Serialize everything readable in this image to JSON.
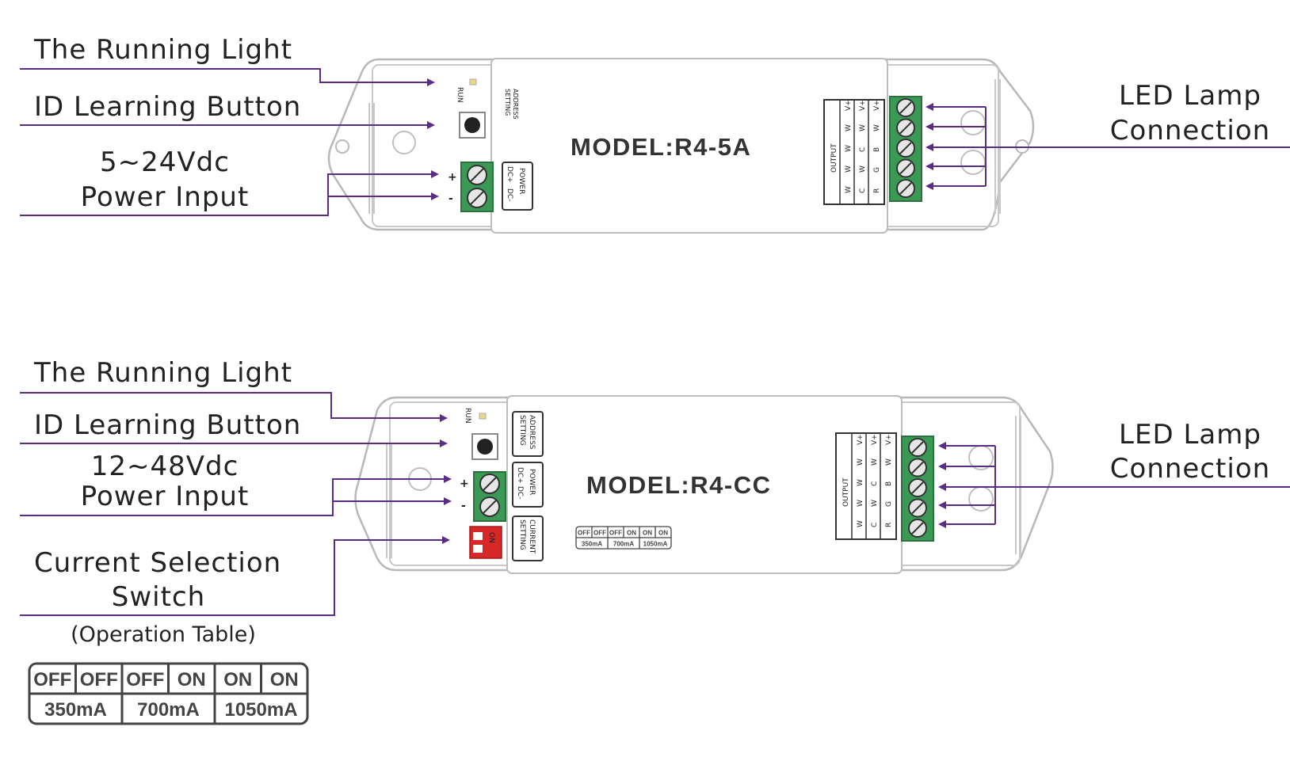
{
  "colors": {
    "leader": "#5b2c83",
    "case_stroke": "#b8b8b8",
    "terminal_green": "#3a9a55",
    "dip_red": "#d62828",
    "text": "#222222"
  },
  "device_a": {
    "model": "MODEL:R4-5A",
    "labels": {
      "running_light": "The Running Light",
      "id_button": "ID Learning Button",
      "power_line1": "5~24Vdc",
      "power_line2": "Power Input",
      "led_line1": "LED Lamp",
      "led_line2": "Connection"
    },
    "silk": {
      "run": "RUN",
      "address": "ADDRESS",
      "setting": "SETTING",
      "power": "POWER",
      "dc_plus": "DC+",
      "dc_minus": "DC-",
      "plus": "+",
      "minus": "-",
      "output": "OUTPUT"
    },
    "output_cols": [
      [
        "V+",
        "W",
        "W",
        "W",
        "W"
      ],
      [
        "V+",
        "W",
        "C",
        "W",
        "C"
      ],
      [
        "V+",
        "W",
        "B",
        "G",
        "R"
      ]
    ]
  },
  "device_b": {
    "model": "MODEL:R4-CC",
    "labels": {
      "running_light": "The Running Light",
      "id_button": "ID Learning Button",
      "power_line1": "12~48Vdc",
      "power_line2": "Power Input",
      "switch_line1": "Current Selection",
      "switch_line2": "Switch",
      "table_caption": "(Operation Table)",
      "led_line1": "LED Lamp",
      "led_line2": "Connection"
    },
    "silk": {
      "run": "RUN",
      "address": "ADDRESS",
      "setting": "SETTING",
      "power": "POWER",
      "dc_plus": "DC+",
      "dc_minus": "DC-",
      "plus": "+",
      "minus": "-",
      "current": "CURRENT",
      "current_setting": "SETTING",
      "on": "ON",
      "output": "OUTPUT"
    },
    "output_cols": [
      [
        "V+",
        "W",
        "W",
        "W",
        "W"
      ],
      [
        "V+",
        "W",
        "C",
        "W",
        "C"
      ],
      [
        "V+",
        "W",
        "B",
        "G",
        "R"
      ]
    ]
  },
  "operation_table": {
    "switches": [
      "OFF",
      "OFF",
      "OFF",
      "ON",
      "ON",
      "ON"
    ],
    "currents": [
      "350mA",
      "700mA",
      "1050mA"
    ]
  }
}
